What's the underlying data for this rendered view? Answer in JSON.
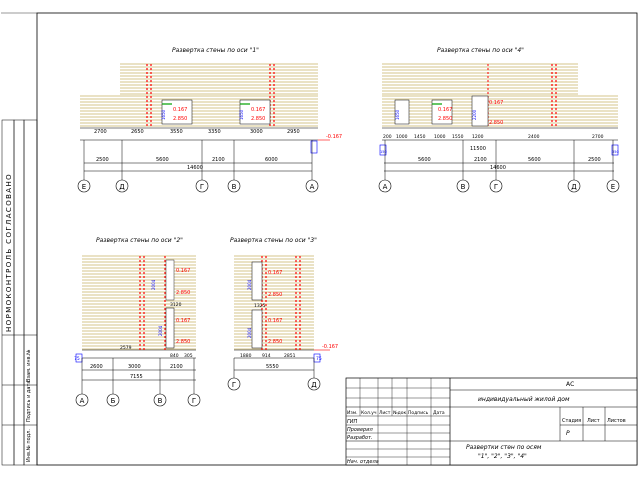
{
  "sheet": {
    "titles": {
      "axis1": "Развертка стены по оси \"1\"",
      "axis4": "Развертка стены по оси \"4\"",
      "axis2": "Развертка стены по оси \"2\"",
      "axis3": "Развертка стены по оси \"3\""
    },
    "side_stamp": {
      "main": "НОРМОКОНТРОЛЬ  СОГЛАСОВАНО",
      "col1": "Инв.№ подл.",
      "col2": "Подпись и дата",
      "col3": "Взам. инв.№"
    }
  },
  "wall1": {
    "top_dims": [
      "2700",
      "2650",
      "3550",
      "3350",
      "3000",
      "2950"
    ],
    "bottom_dims": [
      "2500",
      "5600",
      "2100",
      "6000"
    ],
    "total": "14600",
    "axes": [
      "Е",
      "Д",
      "Г",
      "В",
      "А"
    ],
    "level": "-0.167",
    "window_levels": [
      "0.167",
      "2.850",
      "0.167",
      "2.850"
    ]
  },
  "wall4": {
    "top_dims": [
      "200",
      "1000",
      "1450",
      "1000",
      "1550",
      "1200",
      "2400",
      "2700"
    ],
    "mid_dim": "11500",
    "bottom_dims": [
      "5600",
      "2100",
      "5600",
      "2500"
    ],
    "total": "14600",
    "axes": [
      "А",
      "В",
      "Г",
      "Д",
      "Е"
    ],
    "edge_labels": [
      "150",
      "350"
    ],
    "window_levels": [
      "0.167",
      "2.850",
      "0.167",
      "2.850"
    ]
  },
  "wall2": {
    "top_dims": [
      "2579",
      "840",
      "305"
    ],
    "bottom_dims": [
      "2600",
      "3000",
      "2100"
    ],
    "total": "7155",
    "axes": [
      "А",
      "Б",
      "В",
      "Г"
    ],
    "edge_label": "75",
    "levels": [
      "0.167",
      "2.850",
      "0.167",
      "2.850"
    ]
  },
  "wall3": {
    "top_dims": [
      "1880",
      "914",
      "2851"
    ],
    "total": "5550",
    "axes": [
      "Г",
      "Д"
    ],
    "edge_label": "75",
    "level": "-0.167",
    "levels": [
      "0.167",
      "2.850",
      "0.167",
      "2.850"
    ]
  },
  "title_block": {
    "code": "АС",
    "project": "индивидуальный жилой дом",
    "columns": [
      "Изм.",
      "Кол.уч",
      "Лист",
      "№док.",
      "Подпись",
      "Дата"
    ],
    "roles": [
      "ГИП",
      "Проверил",
      "Разработ.",
      "",
      "",
      "Нач. отдела"
    ],
    "stage_headers": [
      "Стадия",
      "Лист",
      "Листов"
    ],
    "stage": "Р",
    "sheet_title_1": "Развертки стен по осям",
    "sheet_title_2": "\"1\", \"2\", \"3\", \"4\""
  },
  "colors": {
    "wall_lines": "#c8b264",
    "dimension_red": "#ff0000",
    "dimension_blue": "#0000ff",
    "window_green": "#00a000",
    "frame": "#000000"
  }
}
